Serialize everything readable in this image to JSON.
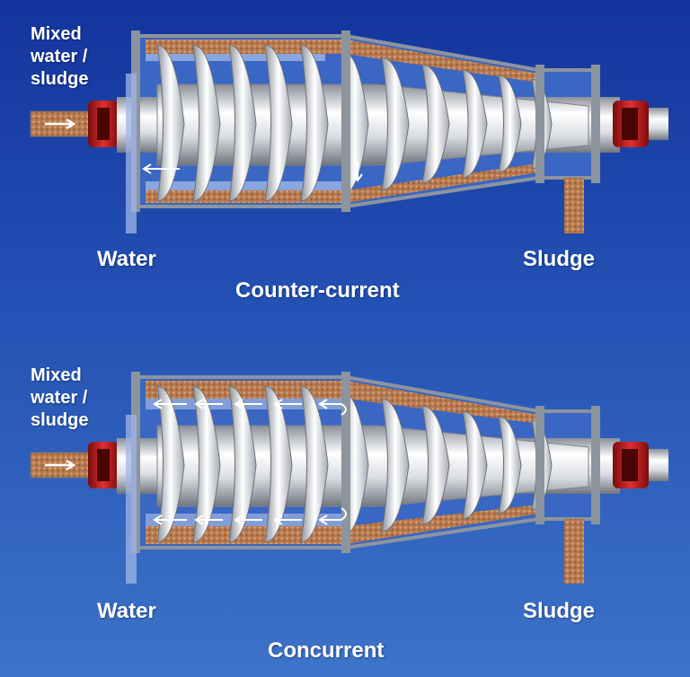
{
  "colors": {
    "background_top": "#14349c",
    "background_bottom": "#3d73c8",
    "casing": "#8c949e",
    "steel": "#e6e8ec",
    "sludge": "#b87a4e",
    "motor": "#c01818",
    "water": "#9fb6e6",
    "label": "#ffffff"
  },
  "diagrams": [
    {
      "title": "Counter-current",
      "feed_label": [
        "Mixed",
        "water /",
        "sludge"
      ],
      "water_label": "Water",
      "sludge_label": "Sludge",
      "flow_arrows": [
        "left-arrow-icon"
      ]
    },
    {
      "title": "Concurrent",
      "feed_label": [
        "Mixed",
        "water /",
        "sludge"
      ],
      "water_label": "Water",
      "sludge_label": "Sludge",
      "flow_arrows": [
        "left-arrow-icon"
      ]
    }
  ]
}
